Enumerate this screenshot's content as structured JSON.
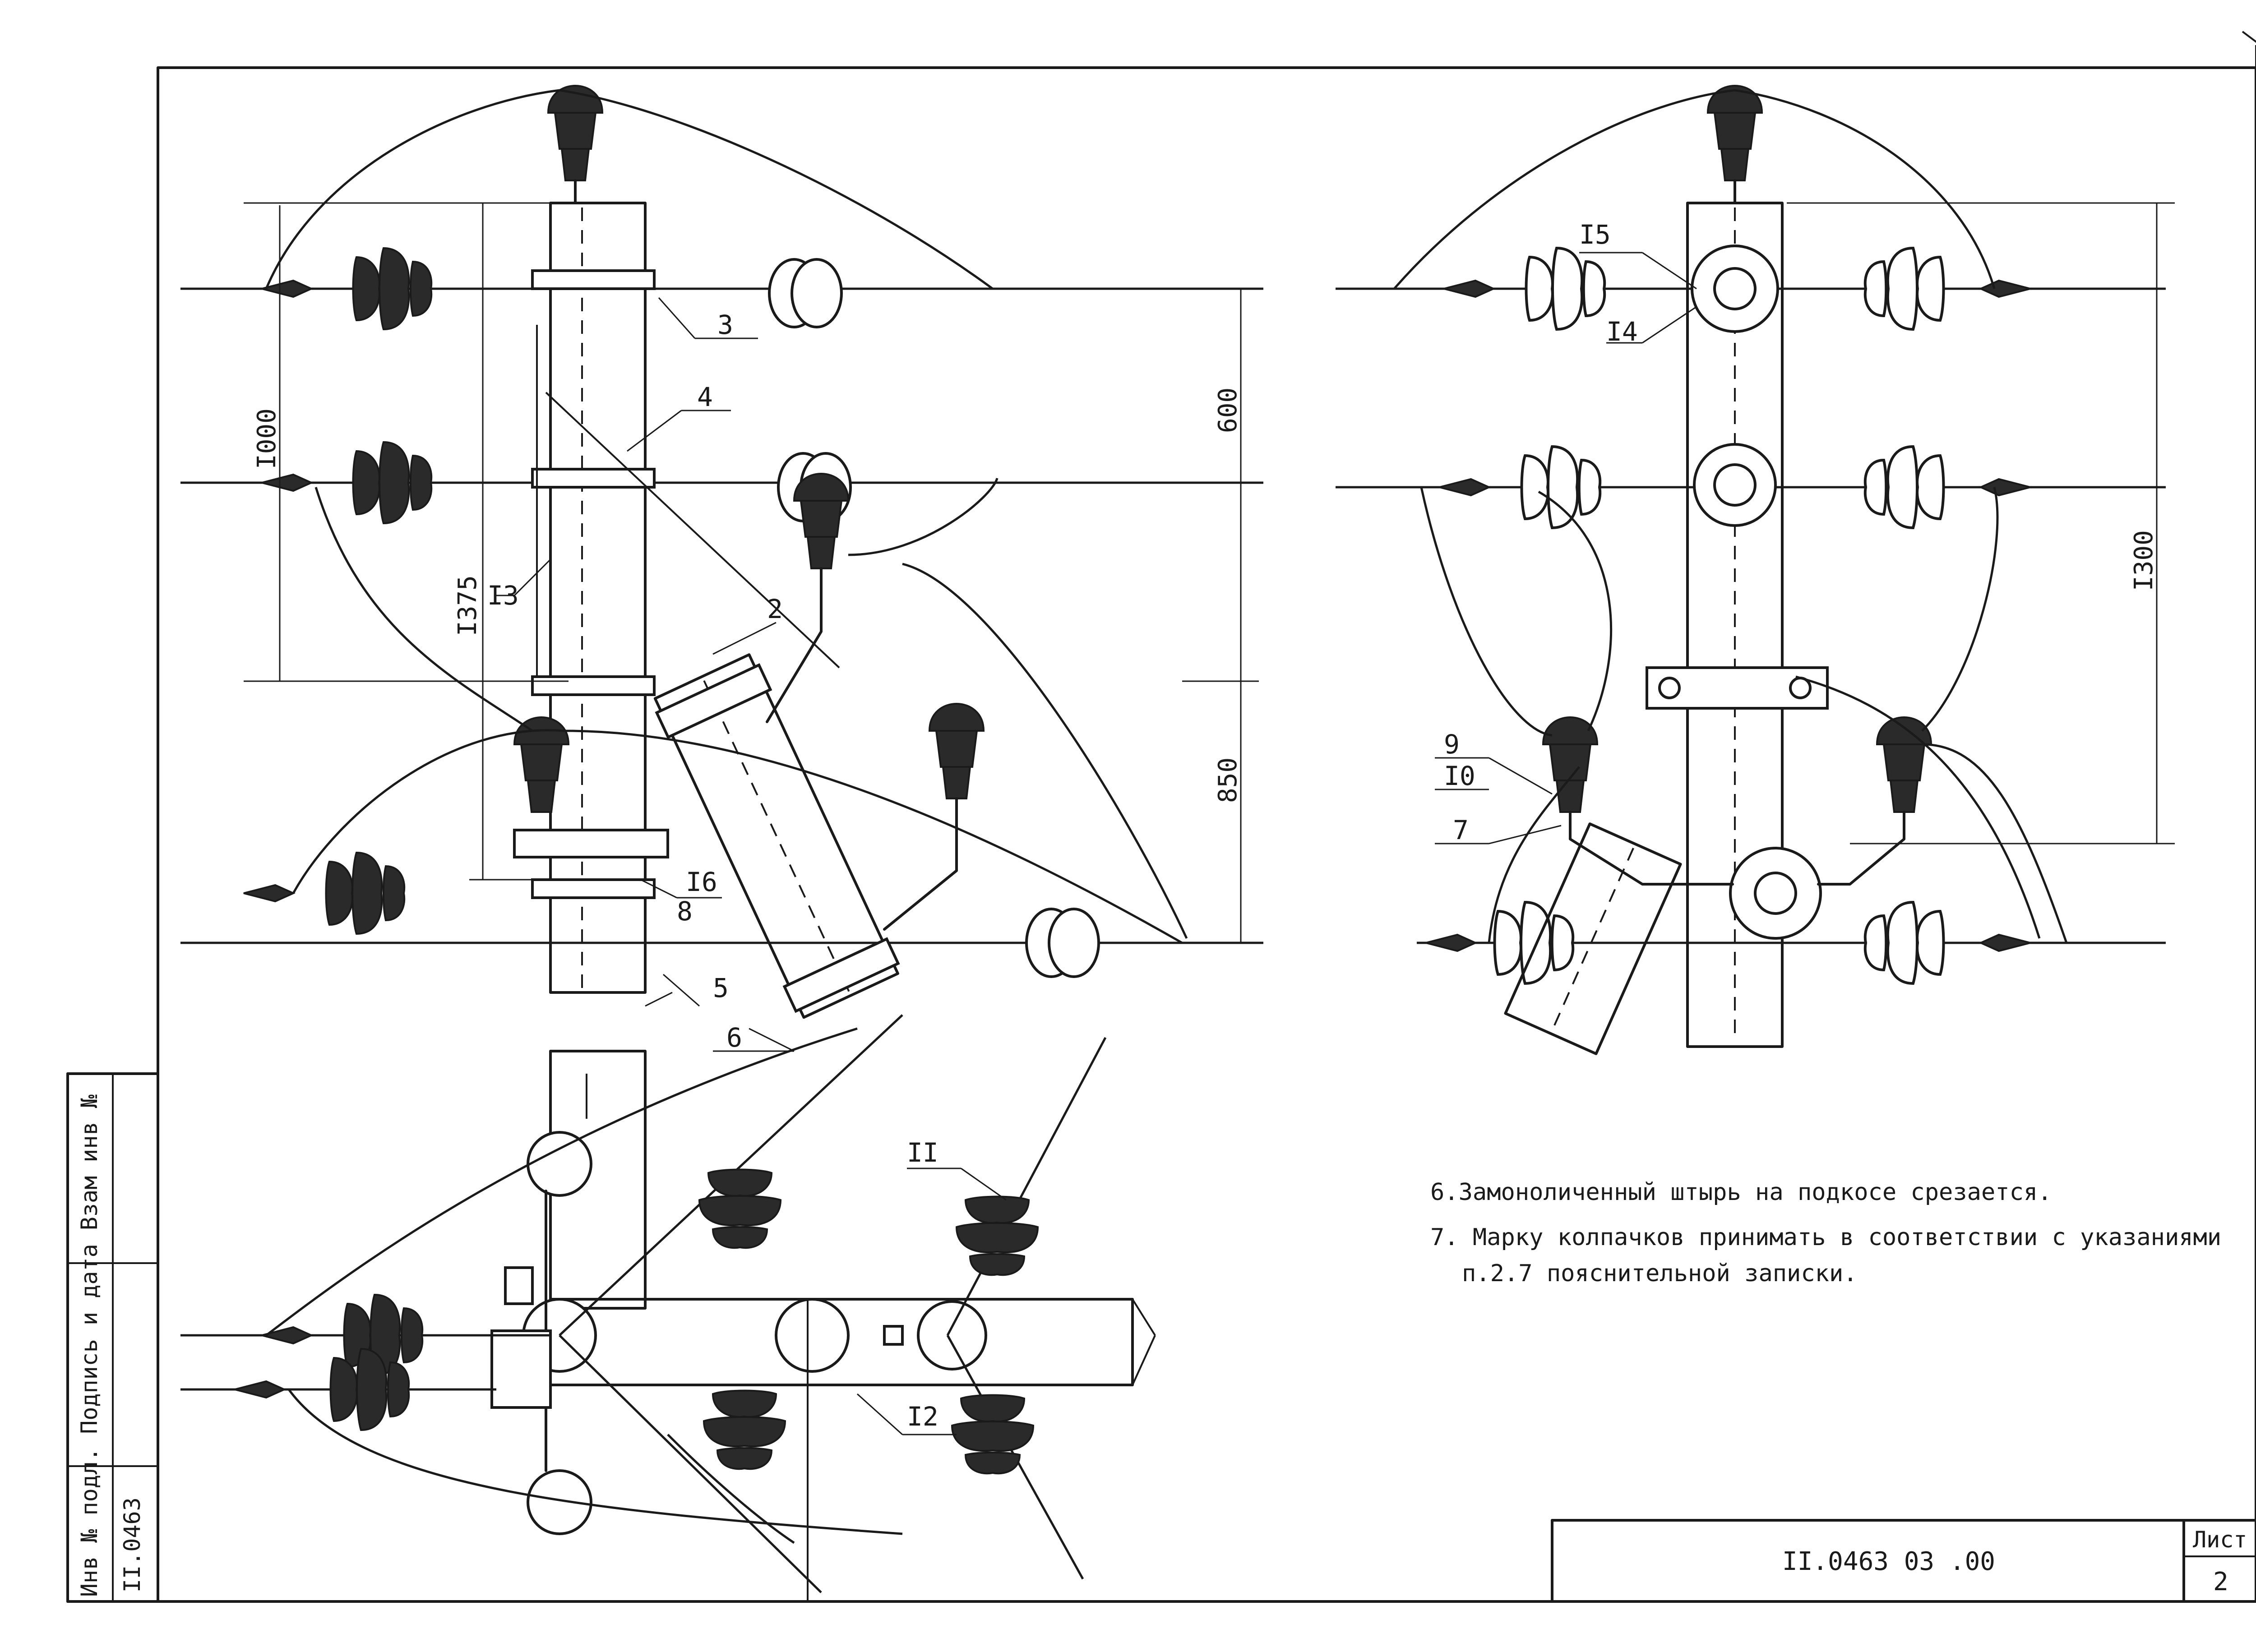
{
  "labels": {
    "p2": "2",
    "p3": "3",
    "p4": "4",
    "p5": "5",
    "p6": "6",
    "p7": "7",
    "p8": "8",
    "p9": "9",
    "p10": "I0",
    "p11": "II",
    "p12": "I2",
    "p13": "I3",
    "p14": "I4",
    "p15": "I5",
    "p16": "I6"
  },
  "dimensions": {
    "d1000": "I000",
    "d1375": "I375",
    "d600": "600",
    "d850": "850",
    "d1300": "I300"
  },
  "notes": {
    "n6": "6.Замоноличенный штырь на подкосе срезается.",
    "n7a": "7. Марку колпачков принимать в соответствии с указаниями",
    "n7b": "п.2.7 пояснительной записки."
  },
  "title_block": {
    "doc_code": "II.0463 03 .00",
    "sheet_label": "Лист",
    "sheet_number": "2"
  },
  "side_stamp": {
    "headers": "Инв № подл. Подпись и дата Взам инв №",
    "inv_number": "II.0463"
  }
}
